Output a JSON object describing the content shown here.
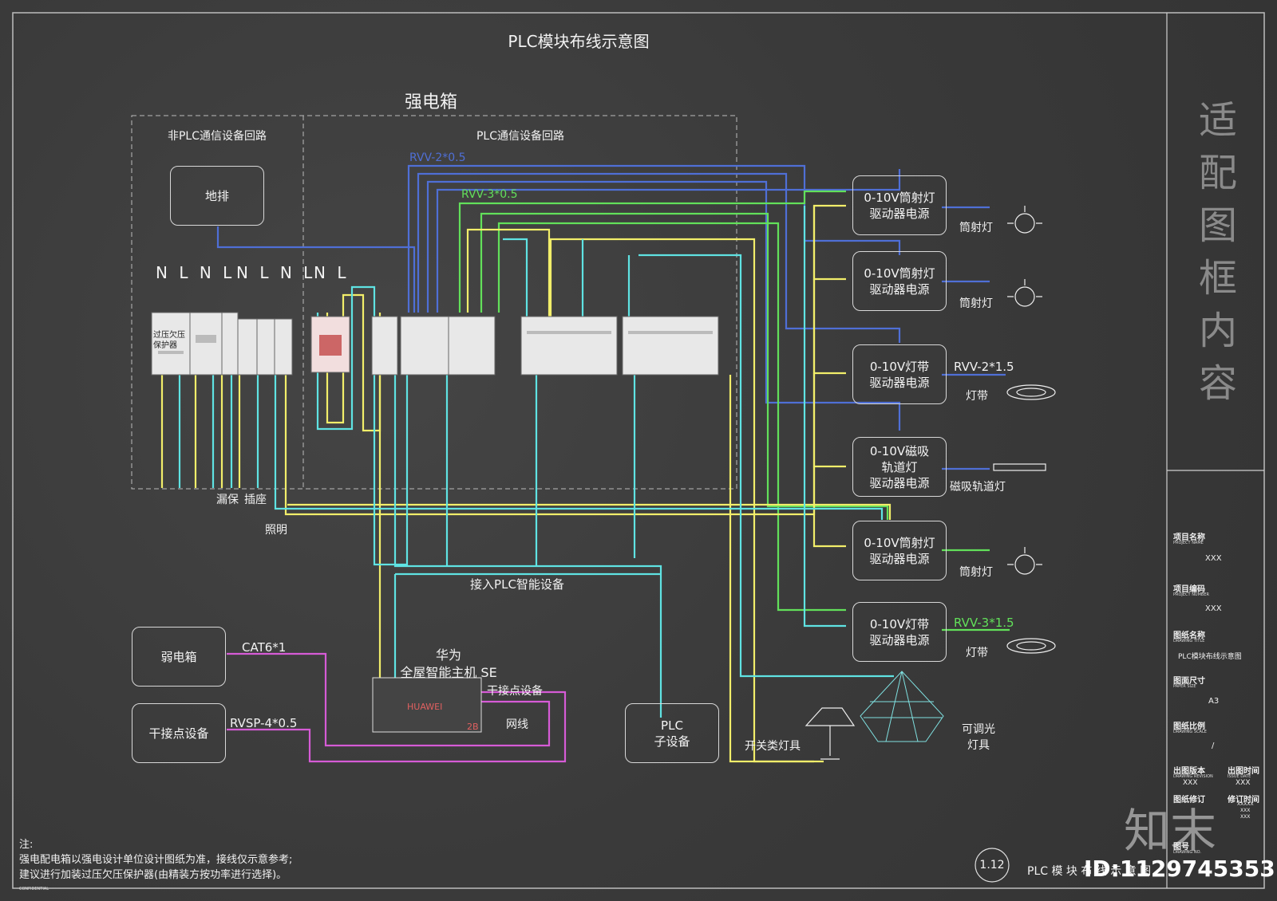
{
  "title": "PLC模块布线示意图",
  "box_title": "强电箱",
  "zones": {
    "left": "非PLC通信设备回路",
    "right": "PLC通信设备回路"
  },
  "ground_box": "地排",
  "terminal_labels": {
    "group1": [
      "N",
      "L",
      "N",
      "L"
    ],
    "group2": [
      "N",
      "L",
      "N",
      "L"
    ],
    "group3": [
      "N",
      "L"
    ]
  },
  "protector_label": [
    "过压欠压",
    "保护器"
  ],
  "cable_labels": {
    "rvv2_05": "RVV-2*0.5",
    "rvv3_05": "RVV-3*0.5",
    "rvv2_15": "RVV-2*1.5",
    "rvv3_15": "RVV-3*1.5",
    "cat6": "CAT6*1",
    "rvsp": "RVSP-4*0.5"
  },
  "outputs": {
    "leakage": "漏保",
    "socket": "插座",
    "lighting": "照明",
    "plc_access": "接入PLC智能设备"
  },
  "drivers": [
    {
      "line1": "0-10V筒射灯",
      "line2": "驱动器电源",
      "lamp": "筒射灯"
    },
    {
      "line1": "0-10V筒射灯",
      "line2": "驱动器电源",
      "lamp": "筒射灯"
    },
    {
      "line1": "0-10V灯带",
      "line2": "驱动器电源",
      "lamp": "灯带"
    },
    {
      "line1": "0-10V磁吸",
      "line2": "轨道灯",
      "line3": "驱动器电源",
      "lamp": "磁吸轨道灯"
    },
    {
      "line1": "0-10V筒射灯",
      "line2": "驱动器电源",
      "lamp": "筒射灯"
    },
    {
      "line1": "0-10V灯带",
      "line2": "驱动器电源",
      "lamp": "灯带"
    }
  ],
  "weak_box": "弱电箱",
  "dry_contact_box": "干接点设备",
  "host": {
    "line1": "华为",
    "line2": "全屋智能主机 SE",
    "brand": "HUAWEI",
    "model": "2B"
  },
  "host_links": {
    "dry": "干接点设备",
    "net": "网线"
  },
  "plc_sub": [
    "PLC",
    "子设备"
  ],
  "switch_lamp": "开关类灯具",
  "dimmable": [
    "可调光",
    "灯具"
  ],
  "notes": {
    "head": "注:",
    "line1": "强电配电箱以强电设计单位设计图纸为准，接线仅示意参考;",
    "line2": "建议进行加装过压欠压保护器(由精装方按功率进行选择)。",
    "confidential": "CONFIDENTIAL"
  },
  "sheet": {
    "number": "1.12",
    "name": "PLC 模 块 布 线 示 意 图"
  },
  "title_block": {
    "vertical_title": [
      "适",
      "配",
      "图",
      "框",
      "内",
      "容"
    ],
    "project_name_label": "项目名称",
    "project_name_en": "PROJECT NAME",
    "project_name": "XXX",
    "project_number_label": "项目编码",
    "project_number_en": "PROJECT NUMBER",
    "project_number": "XXX",
    "drawing_title_label": "图纸名称",
    "drawing_title_en": "DRAWING TITLE",
    "drawing_title": "PLC模块布线示意图",
    "paper_size_label": "图面尺寸",
    "paper_size_en": "PAPER SIZE",
    "paper_size": "A3",
    "scale_label": "图纸比例",
    "scale_en": "DRAWING SCALE",
    "scale": "/",
    "revision_label": "出图版本",
    "revision_en": "DRAWING REVISION",
    "revision": "XXX",
    "issue_label": "出图时间",
    "issue_en": "ISSUE DATE",
    "issue": "XXX",
    "modify_label": "图纸修订",
    "modify_date_label": "修订时间",
    "modify_values": [
      "XXXXX",
      "XXX",
      "XXX"
    ],
    "drawing_no_label": "图号",
    "drawing_no_en": "DRAWING NO."
  },
  "watermark": {
    "logo": "知末",
    "id": "ID:1129745353"
  },
  "colors": {
    "blue": "#4f6fd6",
    "yellow": "#f2ee6a",
    "green": "#62e05a",
    "cyan": "#5fe3e3",
    "magenta": "#d65bd6",
    "background": "#3b3b3b"
  }
}
